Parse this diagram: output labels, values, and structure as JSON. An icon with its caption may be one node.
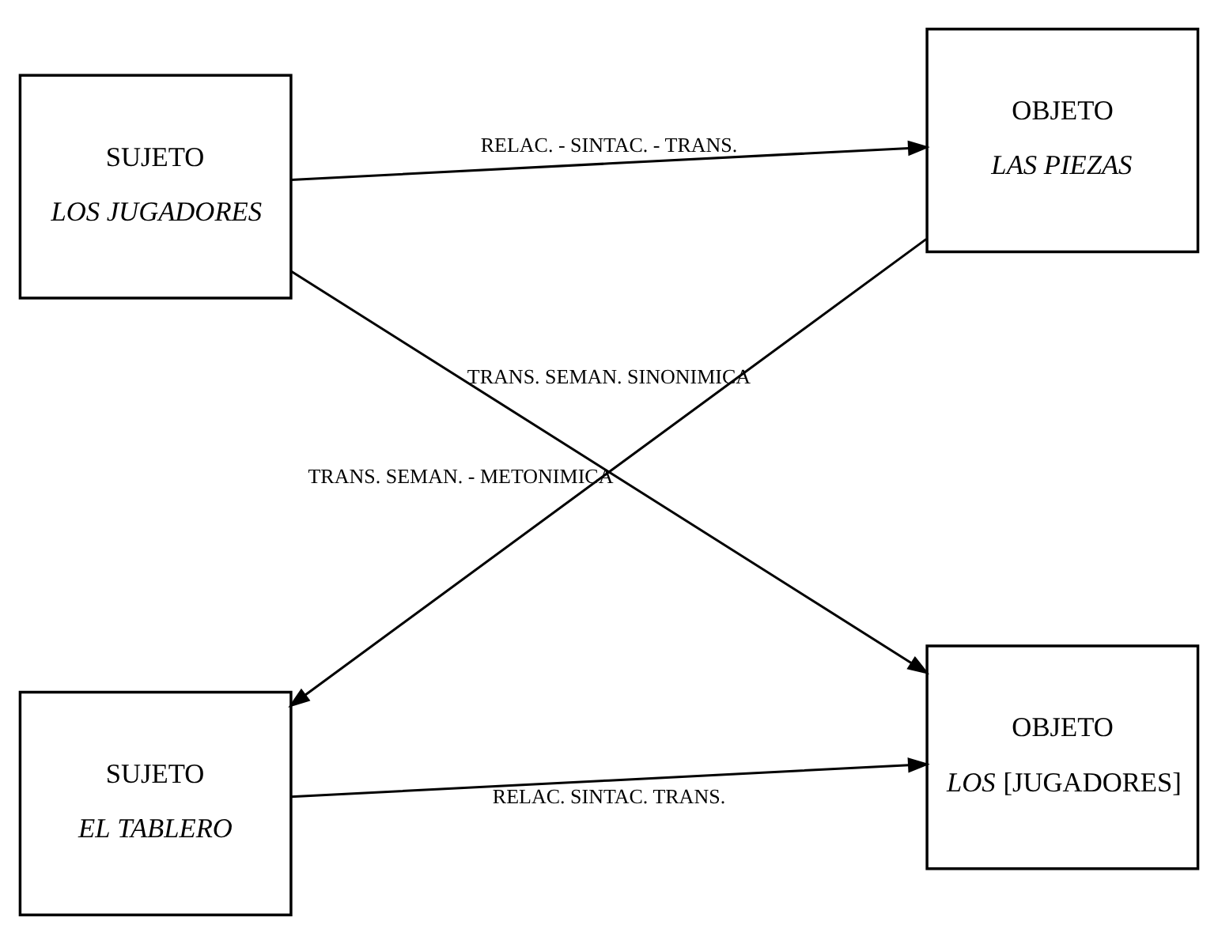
{
  "diagram": {
    "nodes": [
      {
        "text": [
          "SUJETO",
          "LOS JUGADORES"
        ]
      },
      {
        "text": [
          "OBJETO",
          "LAS PIEZAS"
        ]
      },
      {
        "text": [
          "SUJETO",
          "EL TABLERO"
        ]
      },
      {
        "text": [
          "OBJETO",
          "*LOS* [JUGADORES]"
        ]
      }
    ],
    "edges": [
      {
        "from": 0,
        "to": 1,
        "arrow": "to",
        "label": "RELAC. - SINTAC. - TRANS."
      },
      {
        "from": 0,
        "to": 3,
        "arrow": "to",
        "label": "TRANS. SEMAN. SINONIMICA"
      },
      {
        "from": 1,
        "to": 2,
        "arrow": "to",
        "label": "TRANS. SEMAN. - METONIMICA"
      },
      {
        "from": 2,
        "to": 3,
        "arrow": "to",
        "label": "RELAC. SINTAC. TRANS."
      }
    ]
  }
}
